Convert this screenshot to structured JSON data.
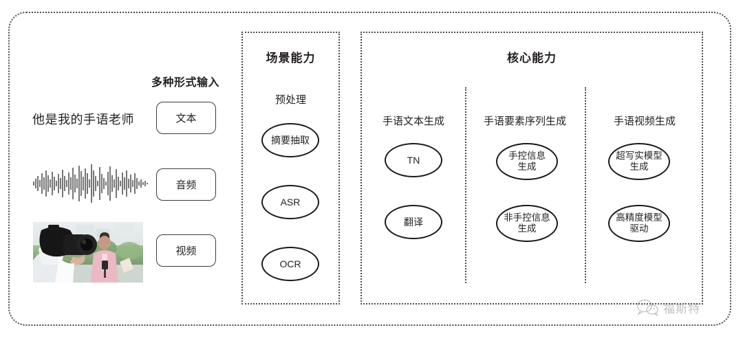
{
  "diagram": {
    "input_section": {
      "heading": "多种形式输入",
      "sample_text": "他是我的手语老师",
      "modalities": [
        {
          "label": "文本",
          "source": "text"
        },
        {
          "label": "音频",
          "source": "waveform"
        },
        {
          "label": "视频",
          "source": "photo"
        }
      ]
    },
    "scene_panel": {
      "title": "场景能力",
      "columns": [
        {
          "label": "预处理",
          "nodes": [
            "摘要抽取",
            "ASR",
            "OCR"
          ]
        }
      ]
    },
    "core_panel": {
      "title": "核心能力",
      "columns": [
        {
          "label": "手语文本生成",
          "nodes": [
            "TN",
            "翻译"
          ]
        },
        {
          "label": "手语要素序列生成",
          "nodes": [
            "手控信息\n生成",
            "非手控信息\n生成"
          ]
        },
        {
          "label": "手语视频生成",
          "nodes": [
            "超写实模型\n生成",
            "高精度模型\n驱动"
          ]
        }
      ]
    },
    "watermark": {
      "text": "福斯特",
      "icon": "wechat-bubbles-icon"
    },
    "colors": {
      "frame": "#4a4a4a",
      "text": "#231f20",
      "node_stroke": "#1a1a1a",
      "chip_stroke": "#3b3b3b",
      "background": "#ffffff"
    }
  }
}
